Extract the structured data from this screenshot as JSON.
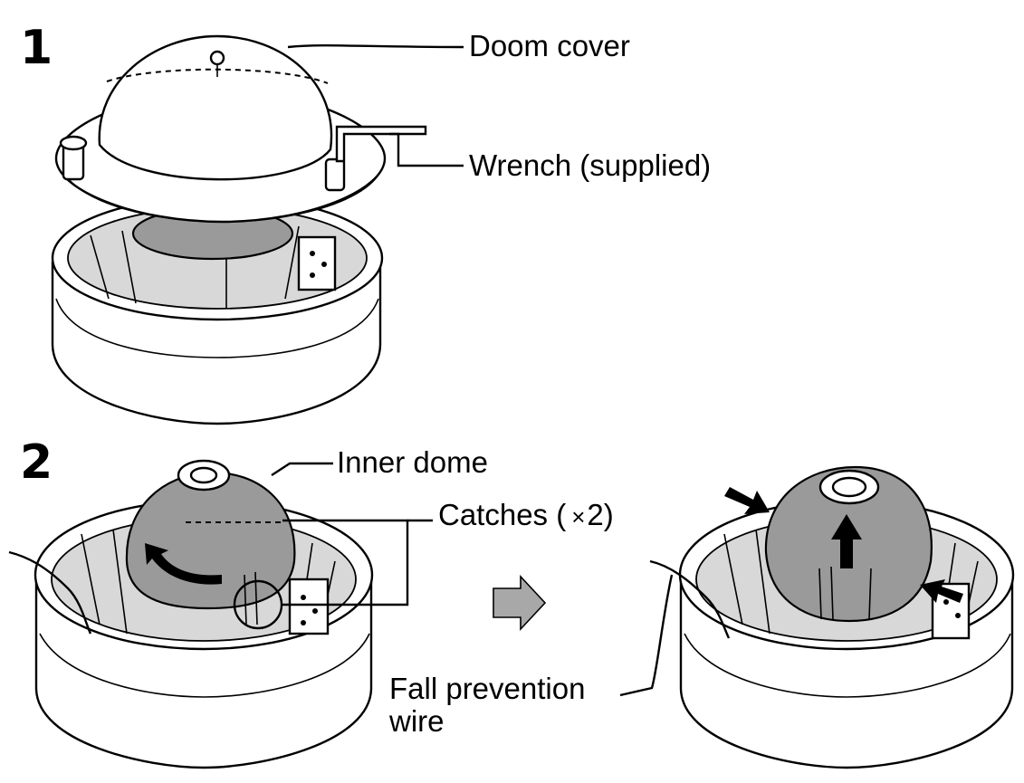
{
  "steps": [
    {
      "number": "1"
    },
    {
      "number": "2"
    }
  ],
  "labels": {
    "doom_cover": "Doom cover",
    "wrench": "Wrench (supplied)",
    "inner_dome": "Inner dome",
    "catches_prefix": "Catches (",
    "catches_times": "×",
    "catches_suffix": "2)",
    "fall_prevention_line1": "Fall prevention",
    "fall_prevention_line2": "wire"
  },
  "colors": {
    "inner_dome_fill": "#9a9a9a",
    "arrow_fill": "#000000",
    "transition_arrow_fill": "#a8a8a8"
  },
  "icons": [
    "step-transition-arrow-icon",
    "rotate-arrow-icon",
    "lift-up-arrow-icon",
    "press-arrow-icon"
  ]
}
